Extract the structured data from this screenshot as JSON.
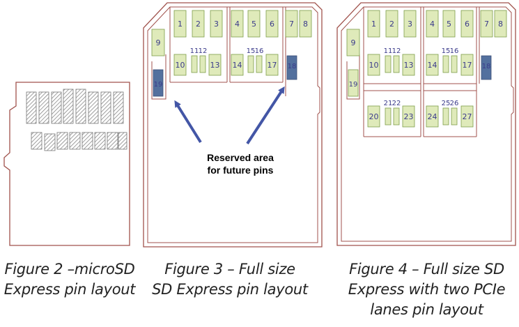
{
  "figures": [
    {
      "id": "microsd",
      "caption_line1": "Figure 2 –microSD",
      "caption_line2": "Express pin layout"
    },
    {
      "id": "sd-express",
      "caption_line1": "Figure 3 – Full size",
      "caption_line2": "SD Express pin layout",
      "pin_row1": [
        "1",
        "2",
        "3",
        "4",
        "5",
        "6",
        "7",
        "8"
      ],
      "pin_left": "9",
      "pin_row2": [
        "10",
        "11",
        "12",
        "13",
        "14",
        "15",
        "16",
        "17",
        "18"
      ],
      "pin_side": "19",
      "annotation_line1": "Reserved area",
      "annotation_line2": "for future pins"
    },
    {
      "id": "sd-express-two-lanes",
      "caption_line1": "Figure 4 – Full size SD",
      "caption_line2": "Express with two PCIe",
      "caption_line3": "lanes pin layout",
      "pin_row1": [
        "1",
        "2",
        "3",
        "4",
        "5",
        "6",
        "7",
        "8"
      ],
      "pin_left": "9",
      "pin_row2": [
        "10",
        "11",
        "12",
        "13",
        "14",
        "15",
        "16",
        "17",
        "18"
      ],
      "pin_side": "19",
      "pin_row3": [
        "20",
        "21",
        "22",
        "23",
        "24",
        "25",
        "26",
        "27"
      ]
    }
  ],
  "colors": {
    "outline": "#a0524c",
    "pin_fill": "#dfeaba",
    "pin_stroke": "#7e9d4a",
    "reserved_pin": "#53709e",
    "arrow": "#4356a6"
  }
}
